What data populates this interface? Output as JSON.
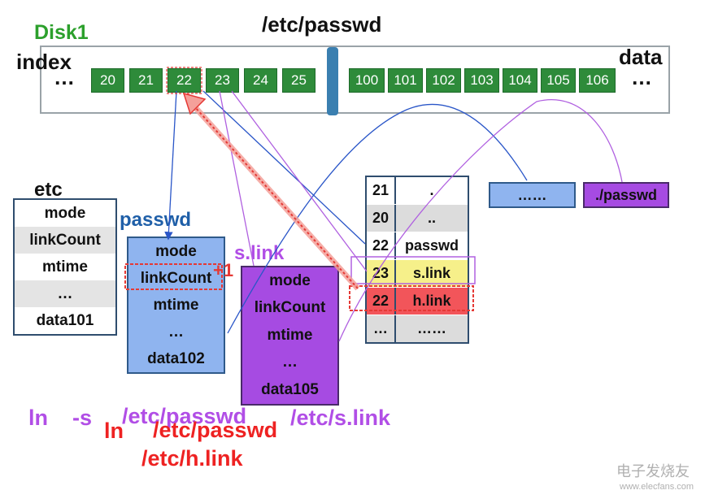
{
  "labels": {
    "disk": "Disk1",
    "title": "/etc/passwd",
    "index": "index",
    "data": "data",
    "dots": "…",
    "etc_dir": "etc",
    "passwd": "passwd",
    "slink": "s.link",
    "plus_one": "+1"
  },
  "index_blocks": [
    "20",
    "21",
    "22",
    "23",
    "24",
    "25"
  ],
  "data_blocks": [
    "100",
    "101",
    "102",
    "103",
    "104",
    "105",
    "106"
  ],
  "etc_inode": [
    "mode",
    "linkCount",
    "mtime",
    "…",
    "data101"
  ],
  "passwd_inode": [
    "mode",
    "linkCount",
    "mtime",
    "…",
    "data102"
  ],
  "slink_inode": [
    "mode",
    "linkCount",
    "mtime",
    "…",
    "data105"
  ],
  "dir_table": [
    {
      "num": "21",
      "name": "."
    },
    {
      "num": "20",
      "name": ".."
    },
    {
      "num": "22",
      "name": "passwd"
    },
    {
      "num": "23",
      "name": "s.link"
    },
    {
      "num": "22",
      "name": "h.link"
    },
    {
      "num": "…",
      "name": "……"
    }
  ],
  "data102_box": "……",
  "data105_box": "./passwd",
  "commands": {
    "symlink": {
      "cmd": "ln",
      "flag": "-s",
      "src": "/etc/passwd",
      "dst": "/etc/s.link"
    },
    "hardlink": {
      "cmd": "ln",
      "src": "/etc/passwd",
      "dst": "/etc/h.link"
    }
  },
  "watermark": {
    "cn": "电子发烧友",
    "url": "www.elecfans.com"
  },
  "colors": {
    "green_block": "#2e8b3a",
    "passwd_inode": "#8fb4ef",
    "slink_inode": "#a64be2",
    "slink_text": "#b14ee6",
    "hardlink_text": "#ee2222",
    "highlight_red": "#e53935",
    "label_green": "#2ca02c",
    "label_blue": "#1f5fa8",
    "arrow_blue": "#2a56c8",
    "arrow_purple": "#b060e0"
  }
}
